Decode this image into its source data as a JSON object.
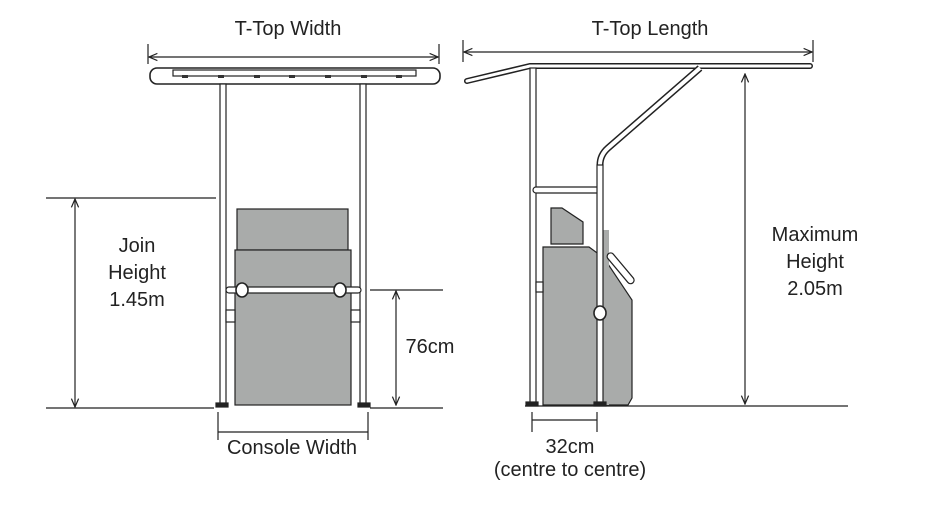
{
  "front_view": {
    "width_label": "T-Top Width",
    "join_height": {
      "line1": "Join",
      "line2": "Height",
      "value": "1.45m"
    },
    "rail_height": "76cm",
    "console_width_label": "Console Width"
  },
  "side_view": {
    "length_label": "T-Top Length",
    "max_height": {
      "line1": "Maximum",
      "line2": "Height",
      "value": "2.05m"
    },
    "post_spacing": {
      "value": "32cm",
      "note": "(centre to centre)"
    }
  },
  "colors": {
    "console": "#a9abaa",
    "line": "#222222"
  }
}
